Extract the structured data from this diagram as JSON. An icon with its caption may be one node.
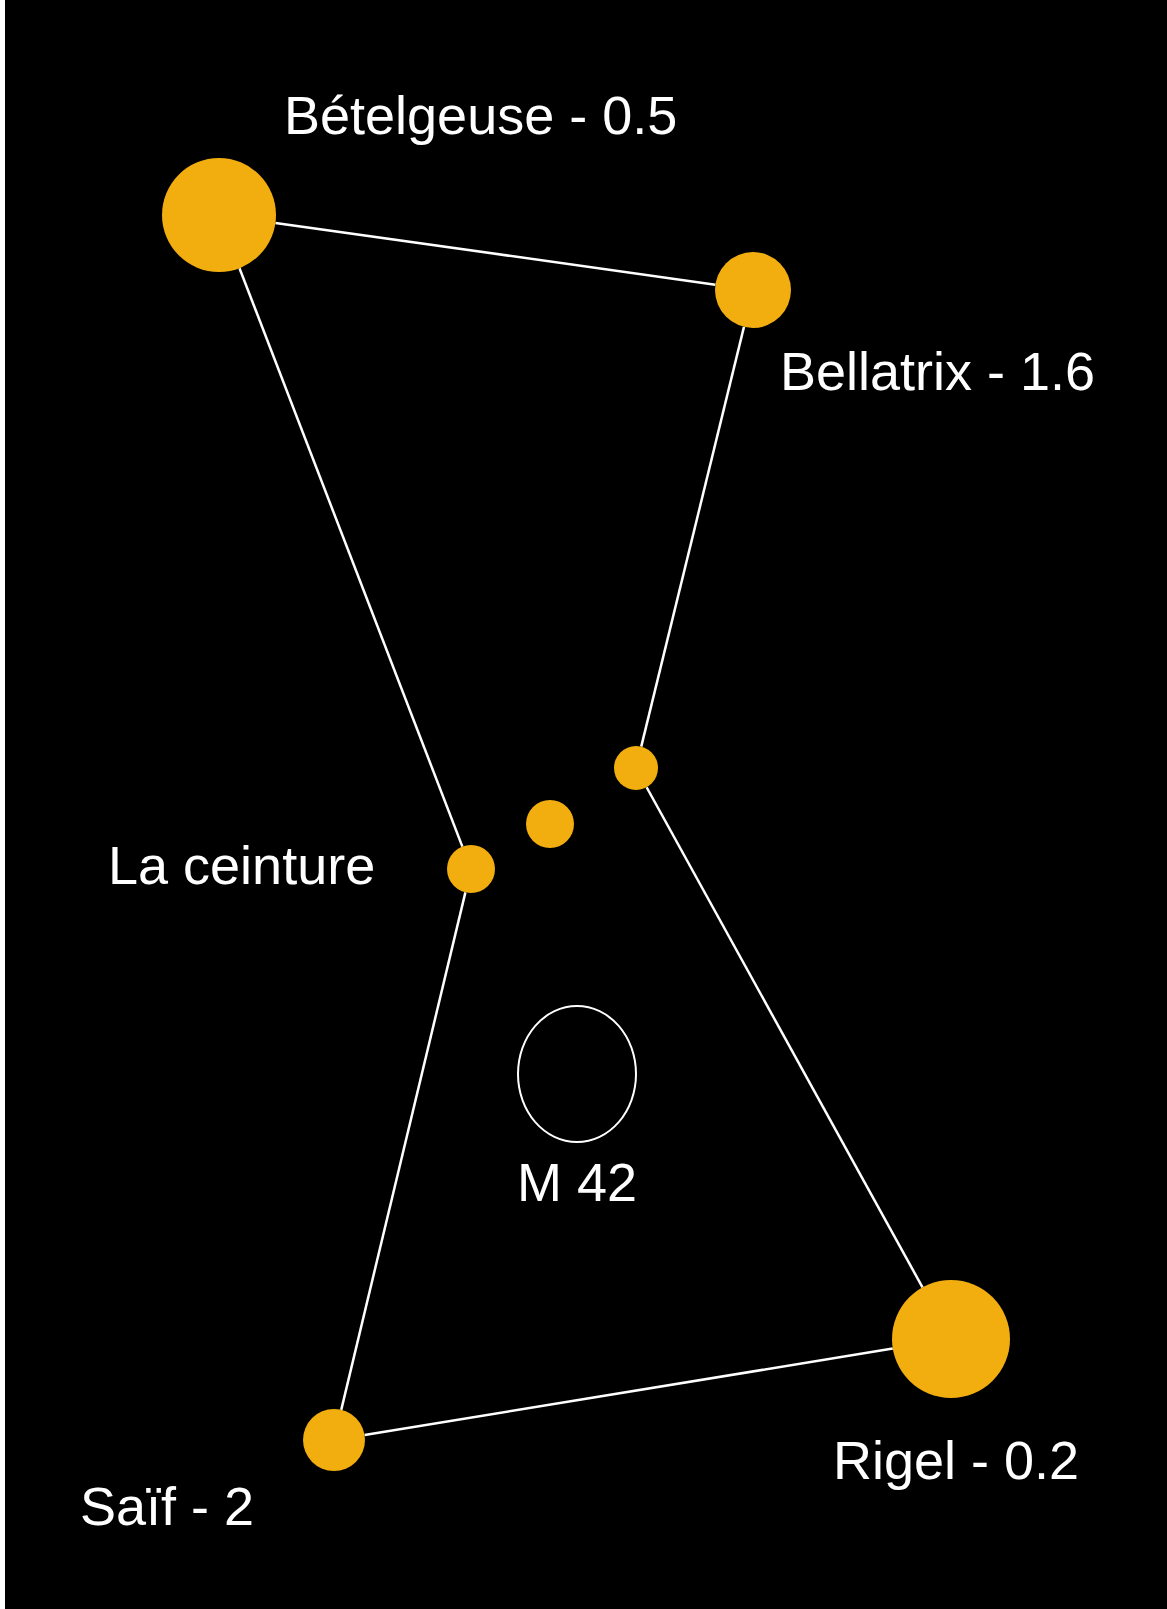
{
  "diagram": {
    "nodes": [
      {
        "text": [],
        "shape": "circle",
        "beside": [
          "Bételgeuse - 0.5"
        ]
      },
      {
        "text": [],
        "shape": "circle",
        "beside": [
          "Bellatrix - 1.6"
        ]
      },
      {
        "text": [],
        "shape": "circle"
      },
      {
        "text": [],
        "shape": "circle"
      },
      {
        "text": [],
        "shape": "circle"
      },
      {
        "text": [],
        "shape": "ellipse",
        "beside": [
          "M 42"
        ]
      },
      {
        "text": [],
        "shape": "circle",
        "beside": [
          "Rigel - 0.2"
        ]
      },
      {
        "text": [],
        "shape": "circle",
        "beside": [
          "Saïf - 2"
        ]
      }
    ],
    "edges": [
      {
        "from": 0,
        "to": 1,
        "arrow": "none"
      },
      {
        "from": 0,
        "to": 4,
        "arrow": "none"
      },
      {
        "from": 1,
        "to": 2,
        "arrow": "none"
      },
      {
        "from": 2,
        "to": 6,
        "arrow": "none"
      },
      {
        "from": 4,
        "to": 7,
        "arrow": "none"
      },
      {
        "from": 7,
        "to": 6,
        "arrow": "none"
      }
    ],
    "labels": [
      "La ceinture"
    ]
  }
}
